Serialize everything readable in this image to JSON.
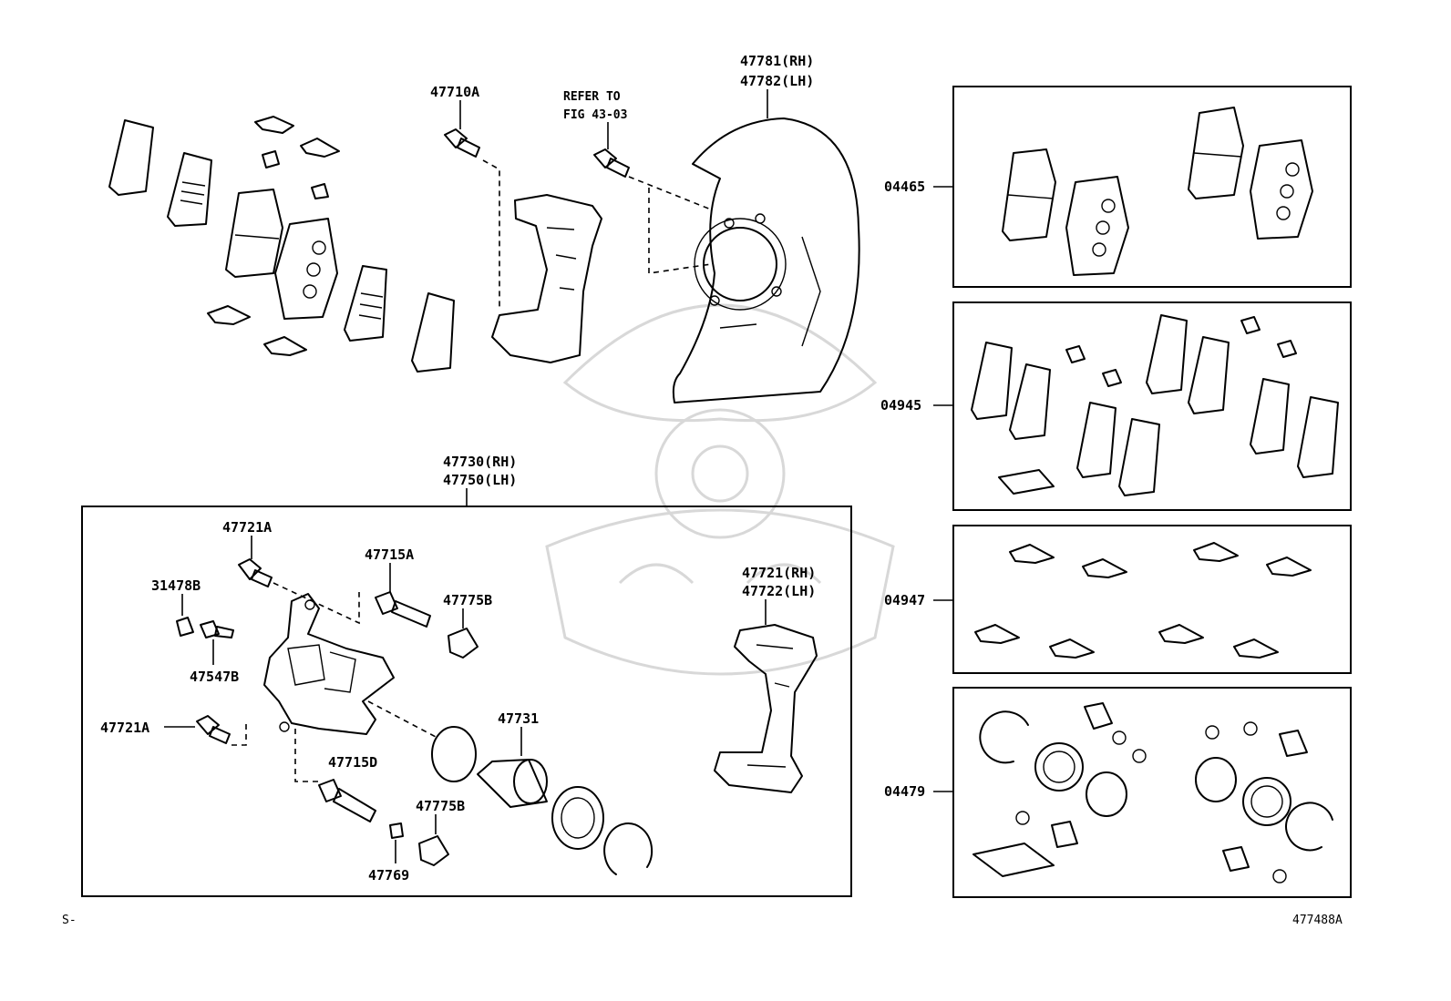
{
  "labels": {
    "p47710a": "47710A",
    "refer1": "REFER TO",
    "refer2": "FIG 43-03",
    "p47781": "47781(RH)",
    "p47782": "47782(LH)",
    "p04465": "04465",
    "p04945": "04945",
    "p04947": "04947",
    "p04479": "04479",
    "p47730": "47730(RH)",
    "p47750": "47750(LH)",
    "p47721a_top": "47721A",
    "p31478b": "31478B",
    "p47715a": "47715A",
    "p47775b_top": "47775B",
    "p47547b": "47547B",
    "p47721a_left": "47721A",
    "p47731": "47731",
    "p47715d": "47715D",
    "p47775b_bottom": "47775B",
    "p47769": "47769",
    "p47721rh": "47721(RH)",
    "p47722lh": "47722(LH)",
    "corner_left": "S-",
    "figure_id": "477488A"
  }
}
